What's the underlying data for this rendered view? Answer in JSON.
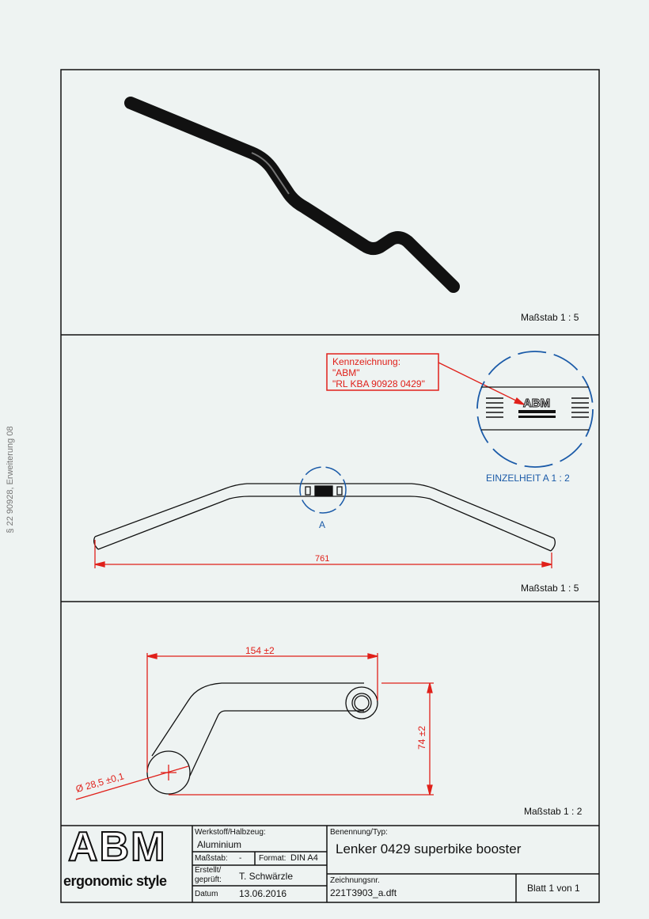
{
  "side_note": "§ 22  90928, Erweiterung 08",
  "views": {
    "iso": {
      "scale": "Maßstab 1 : 5"
    },
    "front": {
      "scale": "Maßstab 1 : 5",
      "width_dim": "761",
      "detail_marker": "A"
    },
    "side": {
      "scale": "Maßstab 1 : 2",
      "offset_dim": "154 ±2",
      "rise_dim": "74 ±2",
      "diameter_dim": "Ø 28,5 ±0,1"
    }
  },
  "marking_note": {
    "title": "Kennzeichnung:",
    "line1": "\"ABM\"",
    "line2": "\"RL KBA 90928 0429\""
  },
  "detail": {
    "label": "EINZELHEIT A  1 : 2"
  },
  "title_block": {
    "logo_text": "ABM",
    "logo_tagline": "ergonomic style",
    "material_label": "Werkstoff/Halbzeug:",
    "material": "Aluminium",
    "scale_label": "Maßstab:",
    "scale_value": "-",
    "format_label": "Format:",
    "format_value": "DIN A4",
    "created_label": "Erstellt/\ngeprüft:",
    "created_by": "T. Schwärzle",
    "date_label": "Datum",
    "date": "13.06.2016",
    "name_label": "Benennung/Typ:",
    "name": "Lenker 0429 superbike booster",
    "drawing_no_label": "Zeichnungsnr.",
    "drawing_no": "221T3903_a.dft",
    "sheet": "Blatt 1 von 1"
  },
  "colors": {
    "dimension": "#e0201a",
    "detail": "#1a5aa8",
    "line": "#111111"
  }
}
